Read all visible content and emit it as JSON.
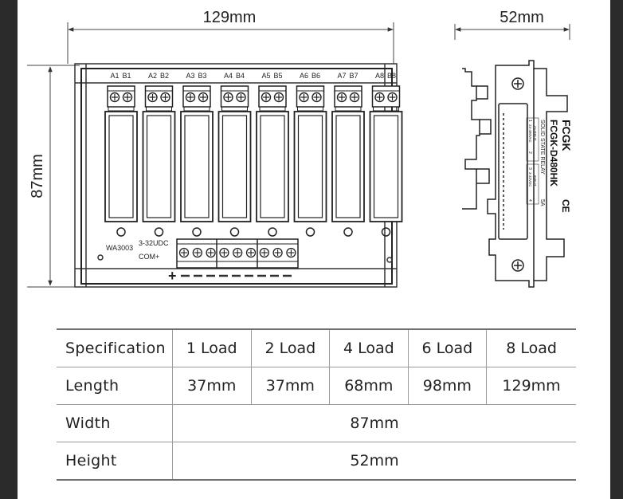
{
  "dimensions": {
    "front_width": "129mm",
    "front_height": "87mm",
    "side_width": "52mm"
  },
  "board": {
    "terminal_labels": [
      "A1",
      "B1",
      "A2",
      "B2",
      "A3",
      "B3",
      "A4",
      "B4",
      "A5",
      "B5",
      "A6",
      "B6",
      "A7",
      "B7",
      "A8",
      "B8"
    ],
    "model_code": "WA3003",
    "voltage_label": "3-32UDC",
    "common_label": "COM+",
    "plus_sign": "+",
    "relay_count": 8
  },
  "side_relay": {
    "brand": "FCGK",
    "ce_mark": "CE",
    "model": "FCGK-D480HK",
    "type": "SOLID STATE RELAY",
    "current": "5A",
    "output_label": "OUTPUT",
    "output_spec": "24-480VAC",
    "input_label": "INPUT",
    "input_spec": "3-32VDC",
    "pin_1": "1",
    "pin_2": "2",
    "pin_3": "3",
    "pin_4": "4"
  },
  "table": {
    "header": [
      "Specification",
      "1 Load",
      "2 Load",
      "4 Load",
      "6 Load",
      "8 Load"
    ],
    "rows": [
      {
        "label": "Length",
        "values": [
          "37mm",
          "37mm",
          "68mm",
          "98mm",
          "129mm"
        ]
      },
      {
        "label": "Width",
        "value": "87mm"
      },
      {
        "label": "Height",
        "value": "52mm"
      }
    ]
  }
}
